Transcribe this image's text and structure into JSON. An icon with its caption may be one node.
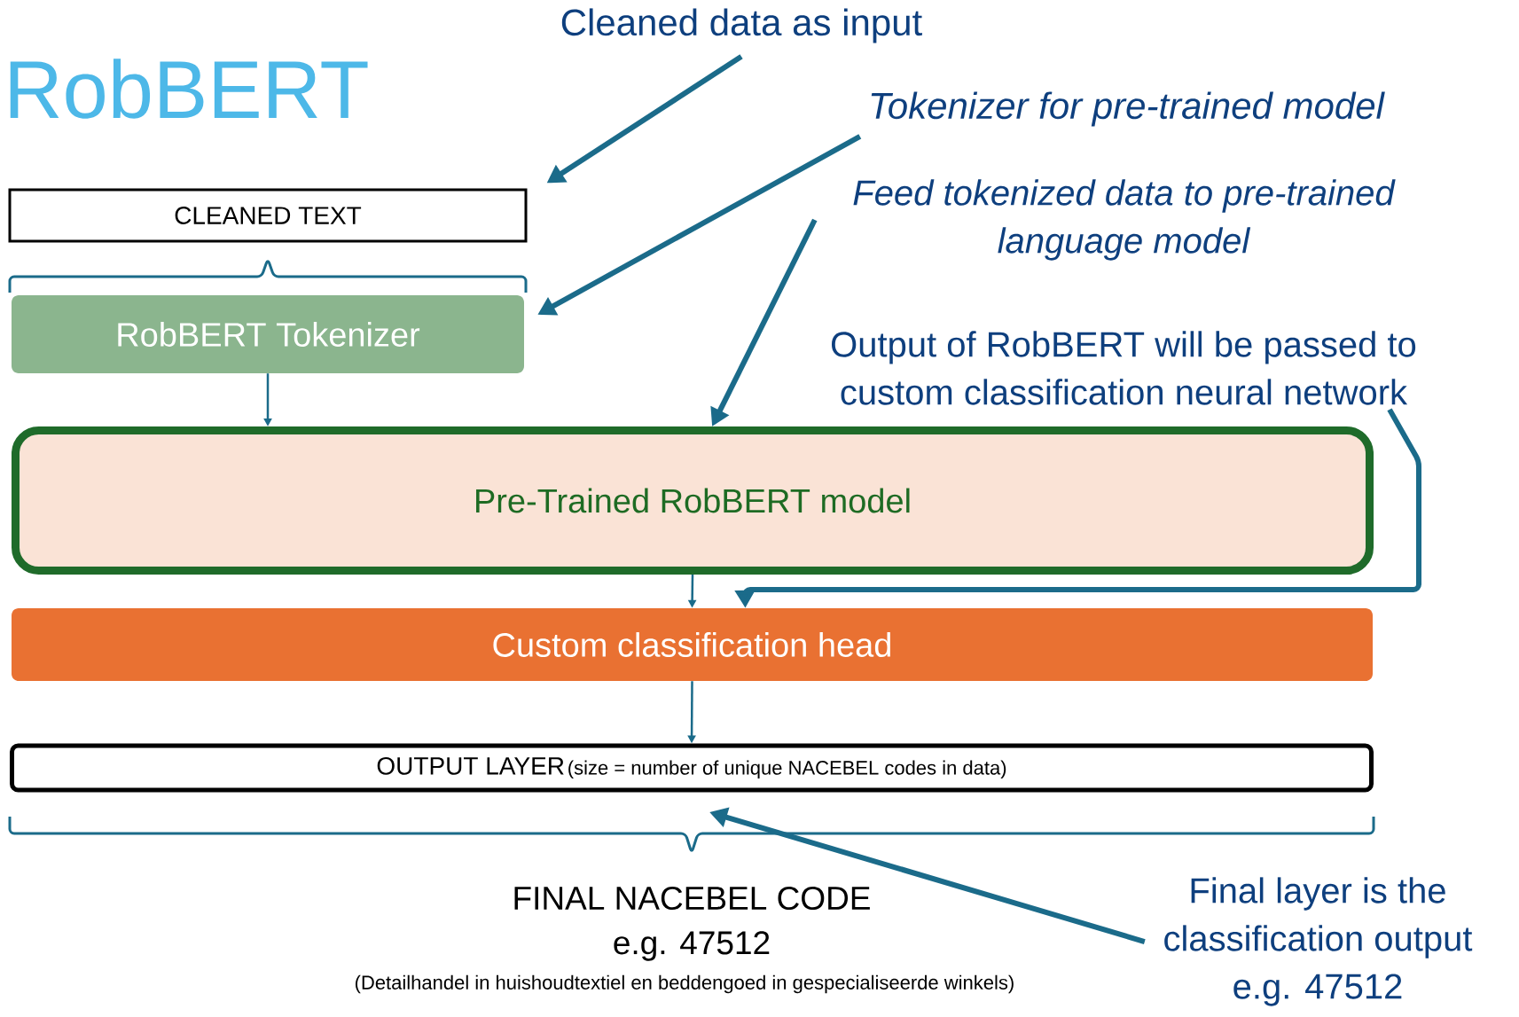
{
  "diagram": {
    "title": "RobBERT",
    "nodes": [
      {
        "text": [
          "CLEANED TEXT"
        ]
      },
      {
        "text": [
          "RobBERT Tokenizer"
        ]
      },
      {
        "text": [
          "Pre-Trained RobBERT model"
        ]
      },
      {
        "text": [
          "Custom classification head"
        ]
      },
      {
        "text": [
          "OUTPUT LAYER",
          "(size = number of unique NACEBEL codes in data)"
        ]
      },
      {
        "text": [
          "Cleaned data as input"
        ]
      },
      {
        "text": [
          "Tokenizer for pre-trained model"
        ]
      },
      {
        "text": [
          "Feed tokenized data to pre-trained language model"
        ]
      },
      {
        "text": [
          "Output of RobBERT will be passed to custom classification neural network"
        ]
      },
      {
        "text": [
          "Final layer is the classification output e.g. 47512"
        ]
      },
      {
        "text": [],
        "shape": "brace"
      }
    ],
    "edges": [
      {
        "from": 1,
        "to": 2,
        "arrow": "to"
      },
      {
        "from": 2,
        "to": 3,
        "arrow": "to"
      },
      {
        "from": 3,
        "to": 4,
        "arrow": "to"
      },
      {
        "from": 5,
        "to": 0,
        "arrow": "to"
      },
      {
        "from": 6,
        "to": 1,
        "arrow": "to"
      },
      {
        "from": 7,
        "to": 2,
        "arrow": "to"
      },
      {
        "from": 8,
        "to": 3,
        "arrow": "to"
      },
      {
        "from": 9,
        "to": 10,
        "arrow": "to"
      }
    ],
    "labels": [
      "FINAL NACEBEL CODE",
      "e.g. 47512",
      "(Detailhandel in huishoudtextiel en beddengoed in gespecialiseerde winkels)"
    ]
  }
}
